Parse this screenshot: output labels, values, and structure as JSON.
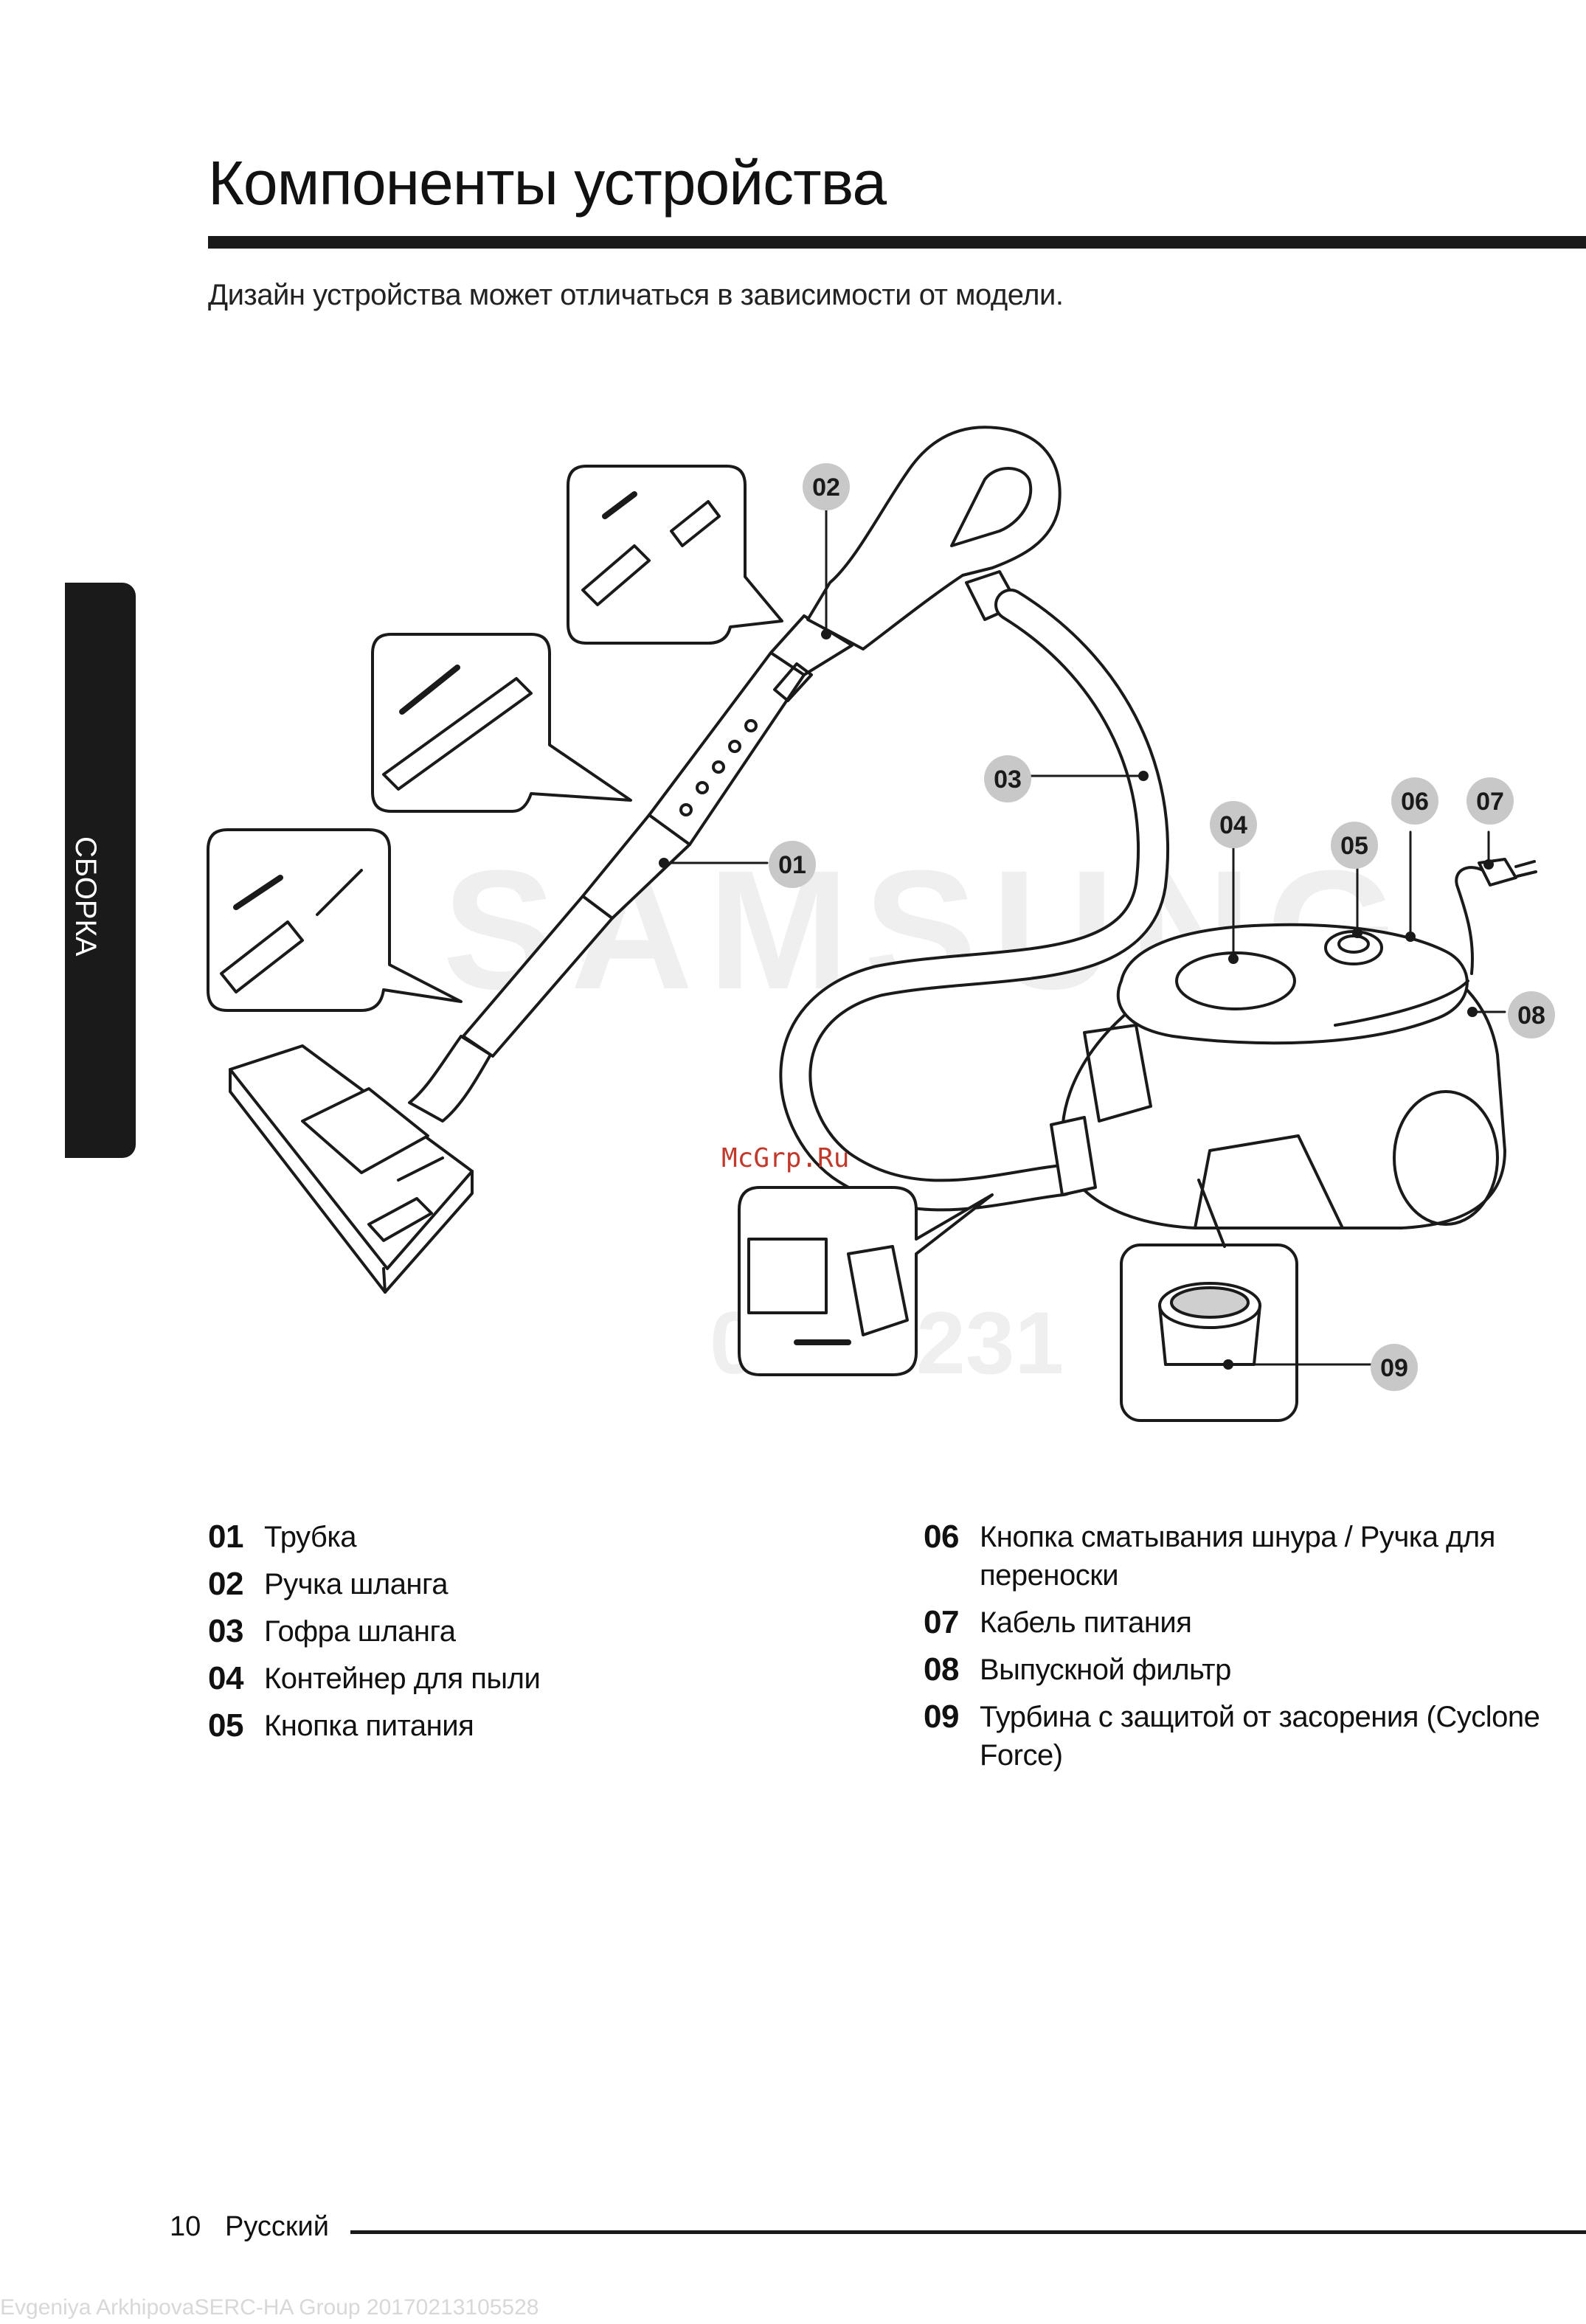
{
  "page": {
    "title": "Компоненты устройства",
    "subtitle": "Дизайн устройства может отличаться в зависимости от модели.",
    "side_tab": "СБОРКА",
    "page_number": "10",
    "language": "Русский",
    "meta_line": "Evgeniya ArkhipovaSERC-HA Group 20170213105528"
  },
  "watermarks": {
    "brand": "SAMSUNG",
    "site": "McGrp.Ru",
    "digits": "231",
    "digits_prefix": "0"
  },
  "callouts": [
    "01",
    "02",
    "03",
    "04",
    "05",
    "06",
    "07",
    "08",
    "09"
  ],
  "legend": [
    {
      "num": "01",
      "label": "Трубка"
    },
    {
      "num": "02",
      "label": "Ручка шланга"
    },
    {
      "num": "03",
      "label": "Гофра шланга"
    },
    {
      "num": "04",
      "label": "Контейнер для пыли"
    },
    {
      "num": "05",
      "label": "Кнопка питания"
    },
    {
      "num": "06",
      "label": "Кнопка сматывания шнура / Ручка для переноски"
    },
    {
      "num": "07",
      "label": "Кабель питания"
    },
    {
      "num": "08",
      "label": "Выпускной фильтр"
    },
    {
      "num": "09",
      "label": "Турбина с защитой от засорения (Cyclone Force)"
    }
  ],
  "colors": {
    "ink": "#1a1a1a",
    "callout_fill": "#c8c8c8",
    "watermark": "#efefef",
    "site_watermark": "#c0392b"
  }
}
